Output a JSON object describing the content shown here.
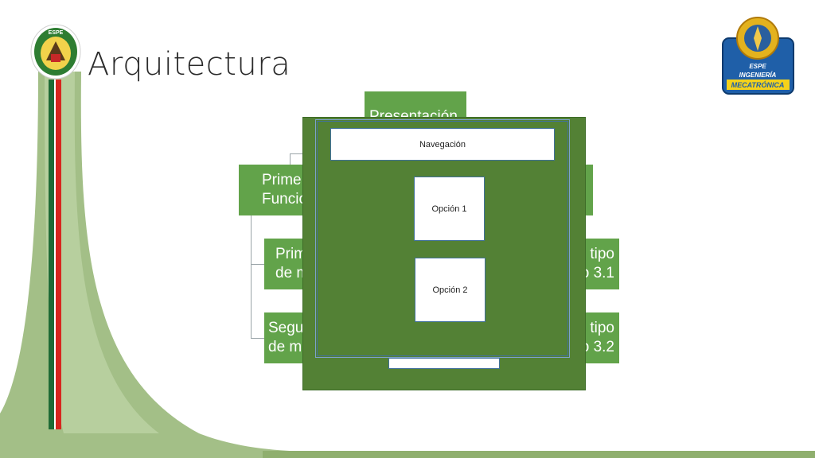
{
  "slide": {
    "title": "Arquitectura",
    "logos": {
      "left_text": "ESPE",
      "right_line1": "ESPE",
      "right_line2": "INGENIERÍA",
      "right_line3": "MECATRÓNICA"
    }
  },
  "diagram": {
    "top_box": "Presentación",
    "left_func": [
      "Prime",
      "Funcio"
    ],
    "left_sub1": [
      "Prim",
      "de m"
    ],
    "left_sub2": [
      "Segu",
      "de m"
    ],
    "right_sub1": [
      "tipo",
      "o 3.1"
    ],
    "right_sub2": [
      "tipo",
      "o 3.2"
    ]
  },
  "overlay": {
    "nav_label": "Navegación",
    "option1_label": "Opción 1",
    "option2_label": "Opción 2"
  },
  "colors": {
    "box_green": "#62a34a",
    "overlay_green": "#538135",
    "deco_green": "#8faf6e",
    "stripe_red": "#d7261e",
    "stripe_green": "#1f6b36"
  }
}
